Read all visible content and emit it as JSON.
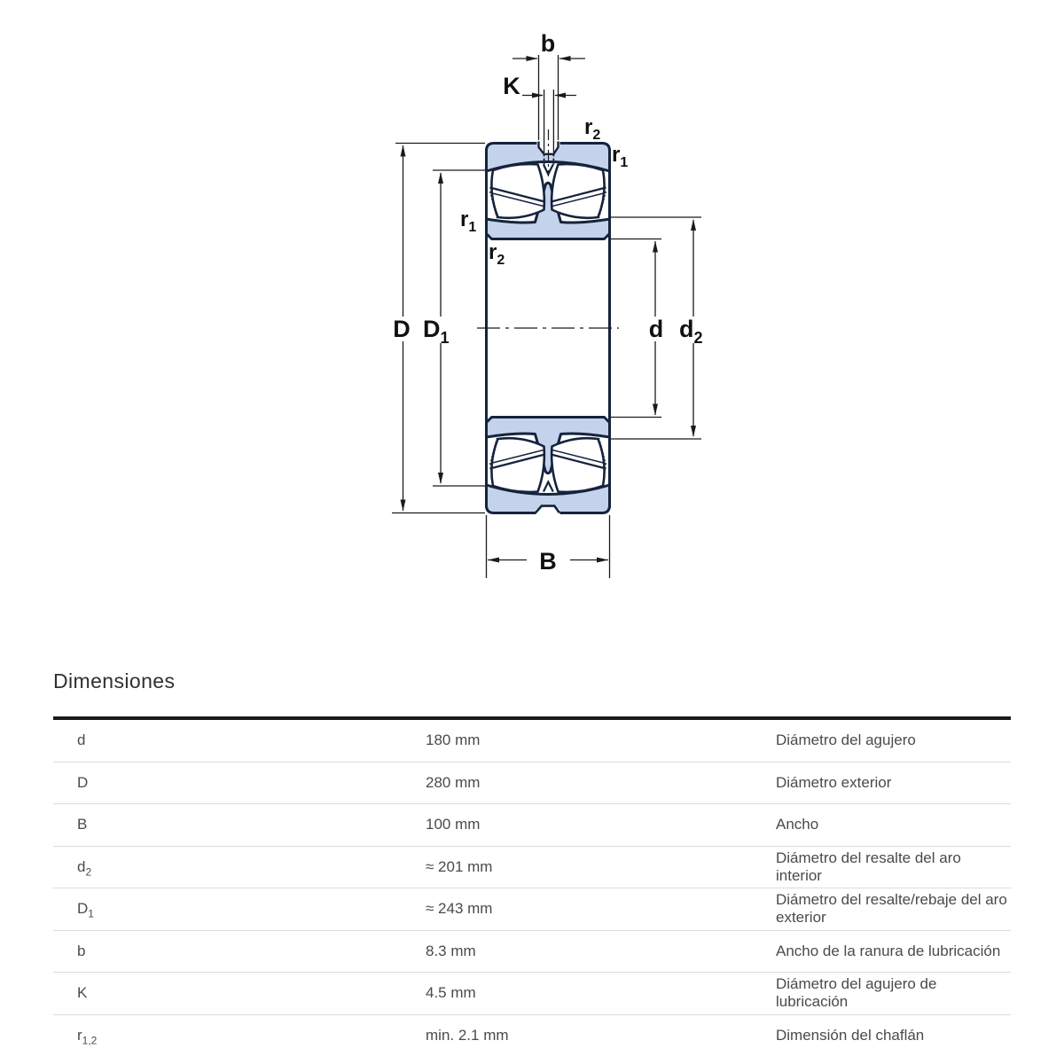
{
  "drawing": {
    "title": "spherical-roller-bearing-cross-section",
    "labels": {
      "b": "b",
      "K": "K",
      "B": "B",
      "D": "D",
      "d": "d",
      "D1": {
        "base": "D",
        "sub": "1"
      },
      "d2": {
        "base": "d",
        "sub": "2"
      },
      "r1": {
        "base": "r",
        "sub": "1"
      },
      "r2": {
        "base": "r",
        "sub": "2"
      }
    },
    "colors": {
      "ring_fill": "#c4d3eb",
      "outline": "#15233d",
      "dimension": "#1b1b1b"
    }
  },
  "section": {
    "title": "Dimensiones"
  },
  "table": {
    "rows": [
      {
        "symbol": "d",
        "sub": "",
        "value": "180 mm",
        "description": "Diámetro del agujero"
      },
      {
        "symbol": "D",
        "sub": "",
        "value": "280 mm",
        "description": "Diámetro exterior"
      },
      {
        "symbol": "B",
        "sub": "",
        "value": "100 mm",
        "description": "Ancho"
      },
      {
        "symbol": "d",
        "sub": "2",
        "value": "≈ 201 mm",
        "description": "Diámetro del resalte del aro interior"
      },
      {
        "symbol": "D",
        "sub": "1",
        "value": "≈ 243 mm",
        "description": "Diámetro del resalte/rebaje del aro exterior"
      },
      {
        "symbol": "b",
        "sub": "",
        "value": "8.3 mm",
        "description": "Ancho de la ranura de lubricación"
      },
      {
        "symbol": "K",
        "sub": "",
        "value": "4.5 mm",
        "description": "Diámetro del agujero de lubricación"
      },
      {
        "symbol": "r",
        "sub": "1,2",
        "value": "min. 2.1 mm",
        "description": "Dimensión del chaflán"
      }
    ]
  }
}
